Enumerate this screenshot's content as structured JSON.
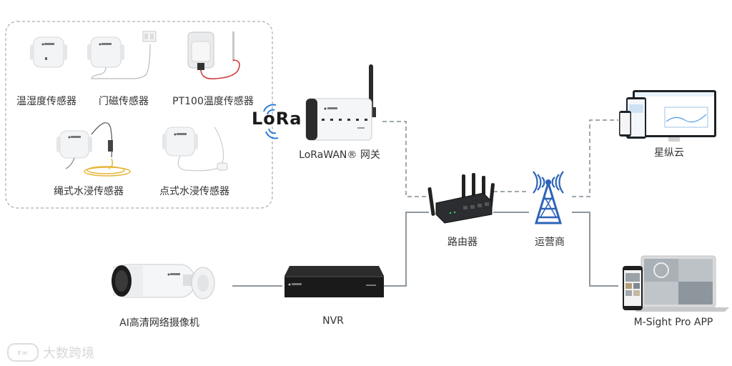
{
  "sensors": {
    "temp_humidity": "温湿度传感器",
    "door_magnetic": "门磁传感器",
    "pt100": "PT100温度传感器",
    "rope_water_leak": "绳式水浸传感器",
    "spot_water_leak": "点式水浸传感器"
  },
  "lora_logo": "LoRa",
  "gateway": "LoRaWAN® 网关",
  "router": "路由器",
  "carrier": "运营商",
  "cloud": "星纵云",
  "app": "M-Sight Pro APP",
  "nvr": "NVR",
  "camera": "AI高清网络摄像机",
  "watermark": "大数跨境",
  "colors": {
    "dashed_line": "#a0a8ae",
    "solid_line": "#8f979d",
    "lora_wave": "#2f7fd6",
    "tower": "#2c64b8",
    "pt100_cable": "#d23a3a",
    "rope_cable": "#e6b63a"
  }
}
